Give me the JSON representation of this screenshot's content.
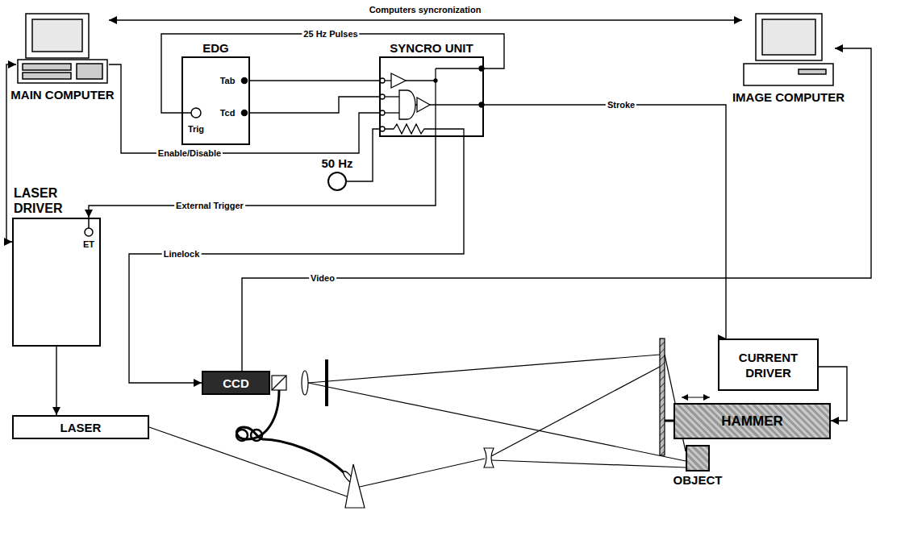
{
  "diagram": {
    "nodes": [
      {
        "text": [
          "MAIN COMPUTER"
        ]
      },
      {
        "text": [
          "IMAGE COMPUTER"
        ]
      },
      {
        "text": [
          "EDG"
        ]
      },
      {
        "text": [
          "SYNCRO UNIT"
        ]
      },
      {
        "text": [
          "50 Hz"
        ]
      },
      {
        "text": [
          "LASER DRIVER"
        ]
      },
      {
        "text": [
          "LASER"
        ]
      },
      {
        "text": [
          "CURRENT DRIVER"
        ]
      },
      {
        "text": [
          "CCD"
        ]
      },
      {
        "text": [
          "HAMMER"
        ]
      },
      {
        "text": [
          "OBJECT"
        ]
      }
    ],
    "edges": [
      {
        "from": 0,
        "to": 1,
        "arrow": "both",
        "label": "Computers syncronization"
      },
      {
        "from": 3,
        "to": 2,
        "arrow": "none",
        "label": "25 Hz Pulses"
      },
      {
        "from": 2,
        "to": 3,
        "arrow": "none"
      },
      {
        "from": 2,
        "to": 3,
        "arrow": "none"
      },
      {
        "from": 0,
        "to": 3,
        "arrow": "none",
        "label": "Enable/Disable"
      },
      {
        "from": 4,
        "to": 3,
        "arrow": "none"
      },
      {
        "from": 3,
        "to": 5,
        "arrow": "to",
        "label": "External Trigger"
      },
      {
        "from": 3,
        "to": 8,
        "arrow": "to",
        "label": "Linelock"
      },
      {
        "from": 3,
        "to": 7,
        "arrow": "to",
        "label": "Stroke"
      },
      {
        "from": 8,
        "to": 1,
        "arrow": "to",
        "label": "Video"
      },
      {
        "from": 0,
        "to": 5,
        "arrow": "both"
      },
      {
        "from": 5,
        "to": 6,
        "arrow": "to"
      },
      {
        "from": 7,
        "to": 9,
        "arrow": "to"
      }
    ],
    "labels": [
      "Trig",
      "Tab",
      "Tcd",
      "ET"
    ]
  }
}
